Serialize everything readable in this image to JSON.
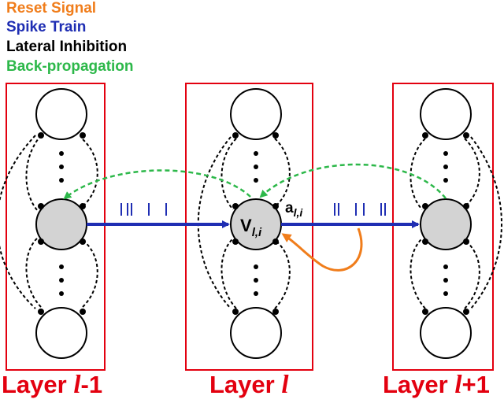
{
  "legend": {
    "reset": {
      "label": "Reset Signal",
      "color": "#f07d1b"
    },
    "spike": {
      "label": "Spike Train",
      "color": "#1f2eb3"
    },
    "lateral": {
      "label": "Lateral Inhibition",
      "color": "#000000"
    },
    "backprop": {
      "label": "Back-propagation",
      "color": "#2db84a"
    }
  },
  "layers": {
    "prev": {
      "prefix": "Layer ",
      "symbol": "l",
      "suffix": "-1"
    },
    "curr": {
      "prefix": "Layer ",
      "symbol": "l",
      "suffix": ""
    },
    "next": {
      "prefix": "Layer ",
      "symbol": "l",
      "suffix": "+1"
    }
  },
  "neuron_label": {
    "main": "V",
    "sub": "l,i"
  },
  "activation_label": {
    "main": "a",
    "sub": "l,i"
  },
  "colors": {
    "box": "#e3000f",
    "neuron_active": "#d3d3d3",
    "spike": "#1f2eb3",
    "backprop": "#2db84a",
    "reset": "#f07d1b"
  }
}
